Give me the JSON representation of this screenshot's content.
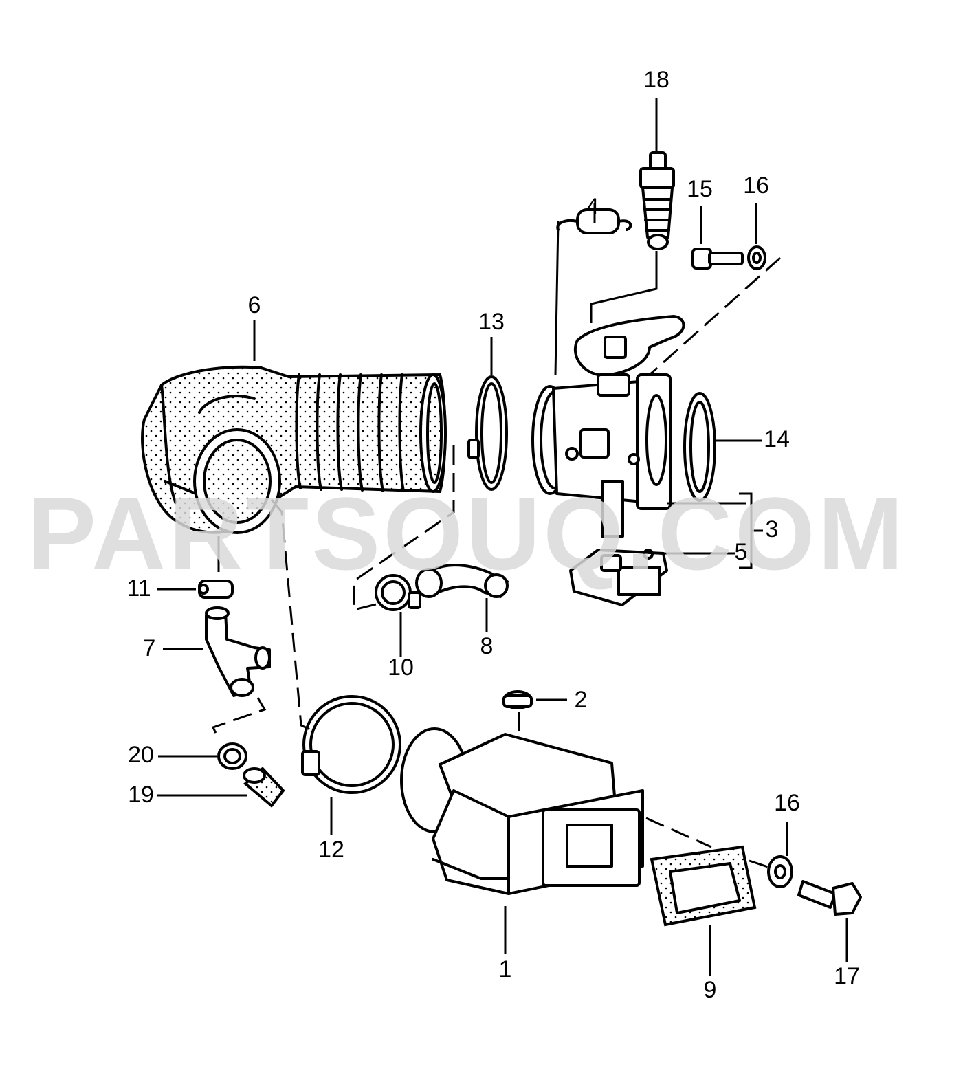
{
  "watermark": "PARTSOUQ.COM",
  "callouts": [
    {
      "id": "c1",
      "label": "1"
    },
    {
      "id": "c2",
      "label": "2"
    },
    {
      "id": "c3",
      "label": "3"
    },
    {
      "id": "c4",
      "label": "4"
    },
    {
      "id": "c5",
      "label": "5"
    },
    {
      "id": "c6",
      "label": "6"
    },
    {
      "id": "c7",
      "label": "7"
    },
    {
      "id": "c8",
      "label": "8"
    },
    {
      "id": "c9",
      "label": "9"
    },
    {
      "id": "c10",
      "label": "10"
    },
    {
      "id": "c11",
      "label": "11"
    },
    {
      "id": "c12",
      "label": "12"
    },
    {
      "id": "c13",
      "label": "13"
    },
    {
      "id": "c14",
      "label": "14"
    },
    {
      "id": "c15",
      "label": "15"
    },
    {
      "id": "c16a",
      "label": "16"
    },
    {
      "id": "c16b",
      "label": "16"
    },
    {
      "id": "c17",
      "label": "17"
    },
    {
      "id": "c18",
      "label": "18"
    },
    {
      "id": "c19",
      "label": "19"
    },
    {
      "id": "c20",
      "label": "20"
    }
  ]
}
